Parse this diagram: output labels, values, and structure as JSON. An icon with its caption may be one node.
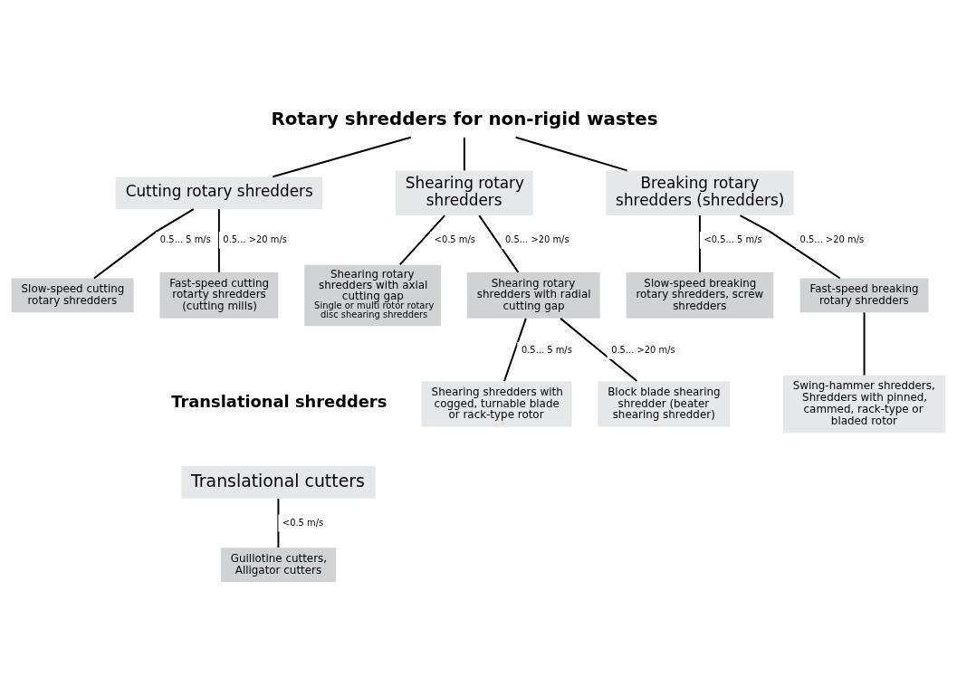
{
  "diagram": {
    "nodes": [
      {
        "text": [
          "Rotary shredders for non-rigid wastes"
        ]
      },
      {
        "text": [
          "Cutting rotary shredders"
        ]
      },
      {
        "text": [
          "Shearing rotary shredders"
        ]
      },
      {
        "text": [
          "Breaking rotary shredders (shredders)"
        ]
      },
      {
        "text": [
          "Slow-speed cutting rotary shredders"
        ]
      },
      {
        "text": [
          "Fast-speed cutting rotarty shredders (cutting mills)"
        ]
      },
      {
        "text": [
          "Shearing rotary shredders with axial cutting gap",
          "Single or multi rotor rotary disc shearing shredders"
        ]
      },
      {
        "text": [
          "Shearing rotary shredders with radial cutting gap"
        ]
      },
      {
        "text": [
          "Slow-speed breaking rotary shredders, screw shredders"
        ]
      },
      {
        "text": [
          "Fast-speed breaking rotary shredders"
        ]
      },
      {
        "text": [
          "Shearing shredders with cogged, turnable blade or rack-type rotor"
        ]
      },
      {
        "text": [
          "Block blade shearing shredder (beater shearing shredder)"
        ]
      },
      {
        "text": [
          "Swing-hammer shredders, Shredders with pinned, cammed, rack-type or bladed rotor"
        ]
      },
      {
        "text": [
          "Translational cutters"
        ]
      },
      {
        "text": [
          "Guillotine cutters, Alligator cutters"
        ]
      }
    ],
    "edges": [
      {
        "from": 0,
        "to": 1,
        "arrow": "none"
      },
      {
        "from": 0,
        "to": 2,
        "arrow": "none"
      },
      {
        "from": 0,
        "to": 3,
        "arrow": "none"
      },
      {
        "from": 1,
        "to": 4,
        "arrow": "none",
        "label": "0.5... 5 m/s"
      },
      {
        "from": 1,
        "to": 5,
        "arrow": "none",
        "label": "0.5... >20 m/s"
      },
      {
        "from": 2,
        "to": 6,
        "arrow": "none",
        "label": "<0.5 m/s"
      },
      {
        "from": 2,
        "to": 7,
        "arrow": "none",
        "label": "0.5... >20 m/s"
      },
      {
        "from": 3,
        "to": 8,
        "arrow": "none",
        "label": "<0.5... 5 m/s"
      },
      {
        "from": 3,
        "to": 9,
        "arrow": "none",
        "label": "0.5... >20 m/s"
      },
      {
        "from": 7,
        "to": 10,
        "arrow": "none",
        "label": "0.5... 5 m/s"
      },
      {
        "from": 7,
        "to": 11,
        "arrow": "none",
        "label": "0.5... >20 m/s"
      },
      {
        "from": 9,
        "to": 12,
        "arrow": "none"
      },
      {
        "from": 13,
        "to": 14,
        "arrow": "none",
        "label": "<0.5 m/s"
      }
    ],
    "labels": [
      "Translational shredders"
    ]
  }
}
